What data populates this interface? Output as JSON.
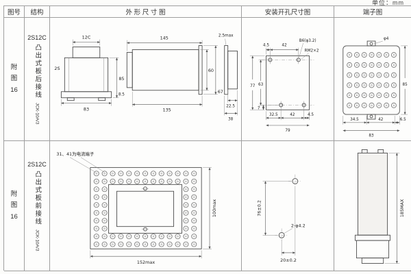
{
  "unit_label": "单位：mm",
  "headers": {
    "fig": "图号",
    "struct": "结构",
    "outline": "外 形 尺 寸 图",
    "mounting": "安装开孔尺寸图",
    "terminal": "端子图"
  },
  "row1": {
    "fig": {
      "l1": "附",
      "l2": "图",
      "l3": "16"
    },
    "model": "2S12C",
    "desc": "凸出式板后接线",
    "code": "JCK-10A/3",
    "dims": {
      "front_top": "12C",
      "front_left": "2S",
      "front_width": "83",
      "front_height": "85",
      "front_flange": "8.5",
      "side_top": "145",
      "side_bottom": "135",
      "side_h1": "60",
      "side_h2": "67",
      "end_top": "2.5max",
      "end_b1": "22.5",
      "end_b2": "38",
      "m_t1": "4.5",
      "m_t2": "42",
      "m_hole": "B6(φ3.2)",
      "m_screw": "RM2×2",
      "m_l1": "77",
      "m_l2": "63",
      "m_b0": "7",
      "m_b1": "32.5",
      "m_b2": "42",
      "m_b3": "4.5",
      "m_total": "79",
      "t_dia": "φ4",
      "t_b1": "34.5",
      "t_b2": "42",
      "t_b3": "6.5",
      "t_total": "83",
      "t_right": "85"
    }
  },
  "row2": {
    "fig": {
      "l1": "附",
      "l2": "图",
      "l3": "16"
    },
    "model": "2S12C",
    "desc": "凸出式板前接线",
    "code": "JCK-10A/3",
    "dims": {
      "note": "31、41为电流端子",
      "width": "152max",
      "height": "100max",
      "m_v": "76±0.2",
      "m_holes": "2-φ4.2",
      "m_h": "20±0.2",
      "t_height": "185MAX"
    }
  }
}
